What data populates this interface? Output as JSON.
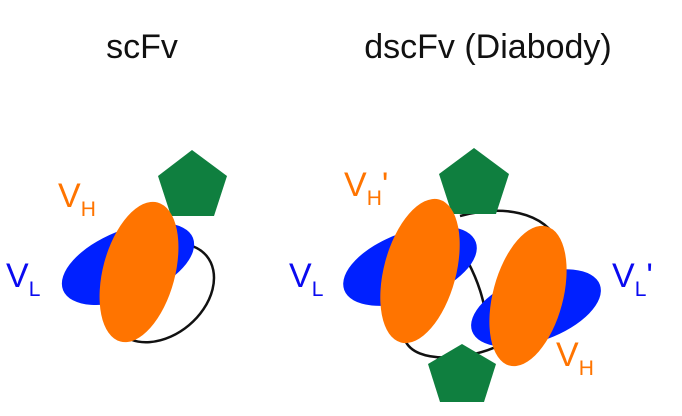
{
  "scfv": {
    "title": "scFv",
    "vh_main": "V",
    "vh_sub": "H",
    "vl_main": "V",
    "vl_sub": "L"
  },
  "diabody": {
    "title": "dscFv (Diabody)",
    "vh_prime_main": "V",
    "vh_prime_sub": "H",
    "vh_prime_mark": "'",
    "vl_main": "V",
    "vl_sub": "L",
    "vl_prime_main": "V",
    "vl_prime_sub": "L",
    "vl_prime_mark": "'",
    "vh_main": "V",
    "vh_sub": "H"
  },
  "colors": {
    "vh_domain": "#ff7400",
    "vl_domain": "#0020ff",
    "antigen": "#0f7f3f",
    "linker": "#111111",
    "vh_label": "#ff7400",
    "vl_label": "#0a0af0"
  }
}
